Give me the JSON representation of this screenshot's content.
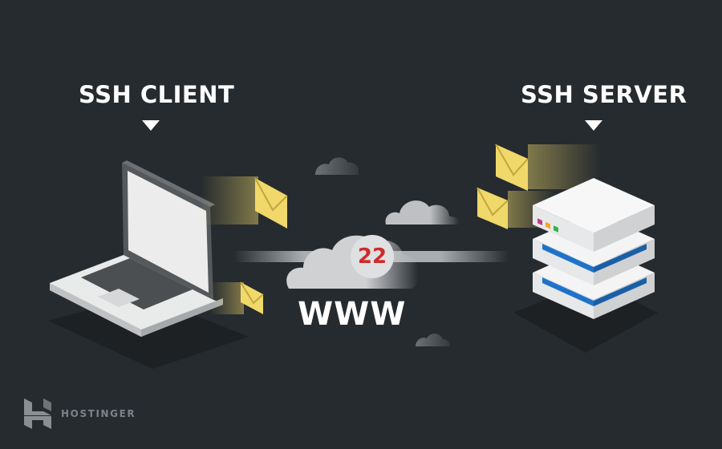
{
  "diagram": {
    "client": {
      "label": "SSH CLIENT"
    },
    "server": {
      "label": "SSH SERVER"
    },
    "network": {
      "label": "WWW"
    },
    "port": {
      "label": "22"
    }
  },
  "brand": {
    "name": "HOSTINGER",
    "icon": "hostinger-logo-icon"
  },
  "colors": {
    "background": "#262b2f",
    "envelope": "#f0d86a",
    "server_stripe": "#1e73c9",
    "port_text": "#d12a2a"
  }
}
